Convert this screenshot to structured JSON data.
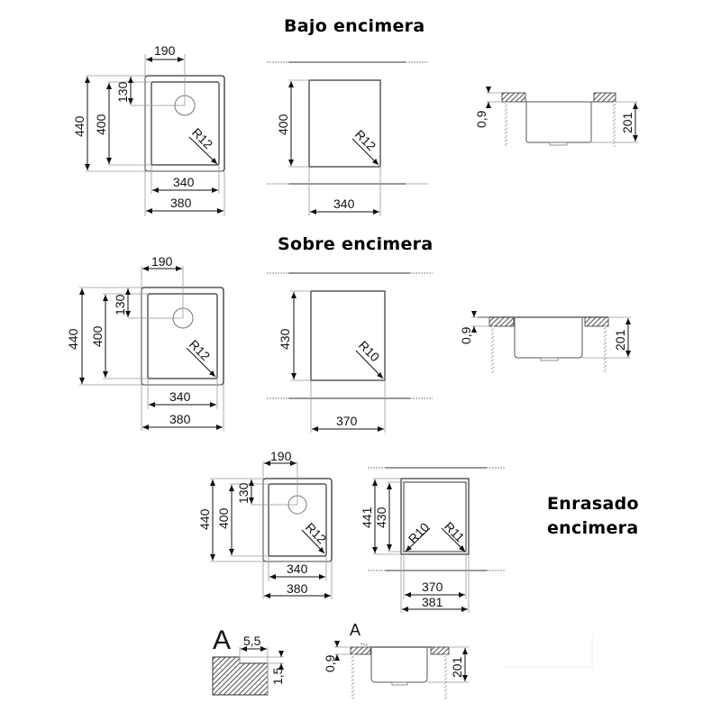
{
  "sections": {
    "bajo": {
      "title": "Bajo encimera",
      "plan": {
        "drain_offset_x": "190",
        "drain_offset_y": "130",
        "inner_height": "400",
        "outer_height": "440",
        "inner_width": "340",
        "outer_width": "380",
        "radius": "R12"
      },
      "cutout": {
        "height": "400",
        "width": "340",
        "radius": "R12"
      },
      "section": {
        "thickness": "0,9",
        "depth": "201"
      }
    },
    "sobre": {
      "title": "Sobre encimera",
      "plan": {
        "drain_offset_x": "190",
        "drain_offset_y": "130",
        "inner_height": "400",
        "outer_height": "440",
        "inner_width": "340",
        "outer_width": "380",
        "radius": "R12"
      },
      "cutout": {
        "height": "430",
        "width": "370",
        "radius": "R10"
      },
      "section": {
        "thickness": "0,9",
        "depth": "201"
      }
    },
    "enrasado": {
      "title_line1": "Enrasado",
      "title_line2": "encimera",
      "plan": {
        "drain_offset_x": "190",
        "drain_offset_y": "130",
        "inner_height": "400",
        "outer_height": "440",
        "inner_width": "340",
        "outer_width": "380",
        "radius": "R12"
      },
      "cutout": {
        "outer_height": "441",
        "inner_height": "430",
        "inner_width": "370",
        "outer_width": "381",
        "radius_left": "R10",
        "radius_right": "R11"
      },
      "detail": {
        "label": "A",
        "step_width": "5,5",
        "step_depth": "1,5"
      },
      "section": {
        "detail_label": "A",
        "thickness": "0,9",
        "depth": "201"
      }
    }
  }
}
